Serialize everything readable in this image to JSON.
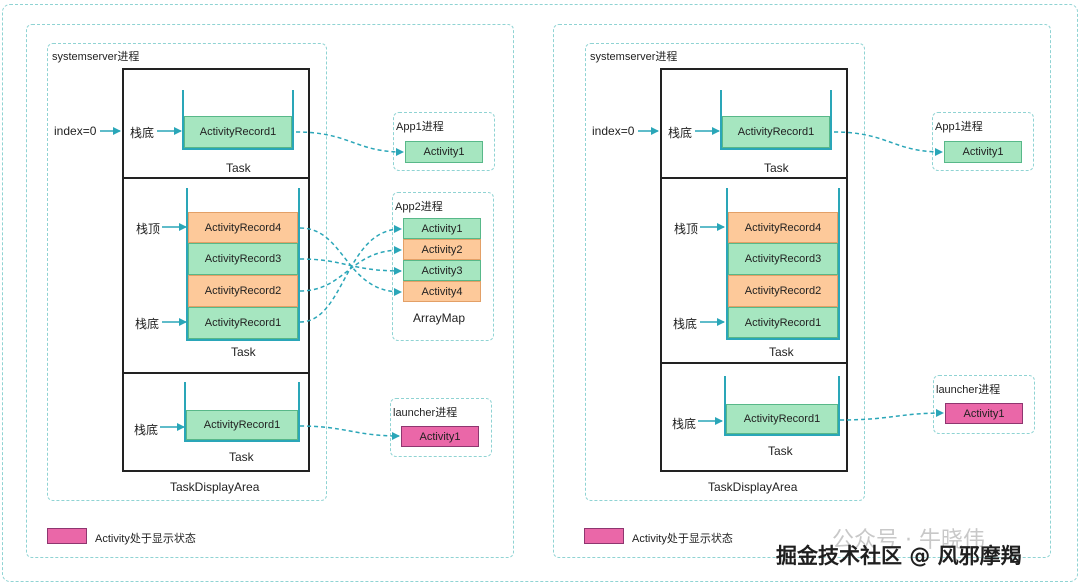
{
  "left": {
    "systemserver_label": "systemserver进程",
    "index_label": "index=0",
    "task1": {
      "bottom_label": "栈底",
      "record": "ActivityRecord1",
      "task_label": "Task"
    },
    "task2": {
      "top_label": "栈顶",
      "bottom_label": "栈底",
      "records": [
        "ActivityRecord4",
        "ActivityRecord3",
        "ActivityRecord2",
        "ActivityRecord1"
      ],
      "task_label": "Task"
    },
    "task3": {
      "bottom_label": "栈底",
      "record": "ActivityRecord1",
      "task_label": "Task"
    },
    "display_area_label": "TaskDisplayArea",
    "app1": {
      "title": "App1进程",
      "activity": "Activity1"
    },
    "app2": {
      "title": "App2进程",
      "activities": [
        "Activity1",
        "Activity2",
        "Activity3",
        "Activity4"
      ],
      "map_label": "ArrayMap"
    },
    "launcher": {
      "title": "launcher进程",
      "activity": "Activity1"
    },
    "legend": "Activity处于显示状态"
  },
  "right": {
    "systemserver_label": "systemserver进程",
    "index_label": "index=0",
    "task1": {
      "bottom_label": "栈底",
      "record": "ActivityRecord1",
      "task_label": "Task"
    },
    "task2": {
      "top_label": "栈顶",
      "bottom_label": "栈底",
      "records": [
        "ActivityRecord4",
        "ActivityRecord3",
        "ActivityRecord2",
        "ActivityRecord1"
      ],
      "task_label": "Task"
    },
    "task3": {
      "bottom_label": "栈底",
      "record": "ActivityRecord1",
      "task_label": "Task"
    },
    "display_area_label": "TaskDisplayArea",
    "app1": {
      "title": "App1进程",
      "activity": "Activity1"
    },
    "launcher": {
      "title": "launcher进程",
      "activity": "Activity1"
    },
    "legend": "Activity处于显示状态"
  },
  "watermark": {
    "faint": "公众号 · 牛晓伟",
    "text": "掘金技术社区 @ 风邪摩羯"
  },
  "colors": {
    "green": "#a6e6c0",
    "orange": "#fdc99a",
    "pink": "#ea67a8",
    "arrow": "#2aa6b8",
    "dashed_border": "#8fd3d3"
  }
}
